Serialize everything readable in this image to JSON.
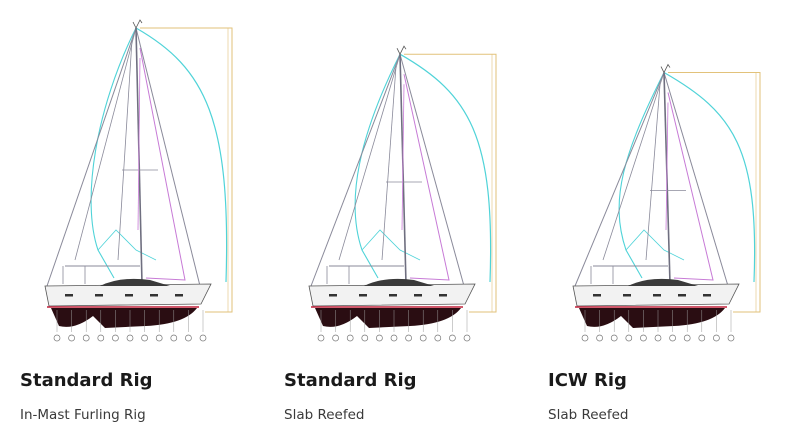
{
  "rigs": [
    {
      "title": "Standard Rig",
      "subtitle": "In-Mast Furling Rig",
      "mast_scale": 1.0
    },
    {
      "title": "Standard Rig",
      "subtitle": "Slab Reefed",
      "mast_scale": 0.9
    },
    {
      "title": "ICW Rig",
      "subtitle": "Slab Reefed",
      "mast_scale": 0.83
    }
  ],
  "colors": {
    "rigging": "#8a8a9a",
    "spinnaker": "#4fd3d8",
    "genoa": "#c77ad6",
    "dimension": "#e2c27a",
    "hull_bottom": "#2a0d12",
    "boot_stripe": "#c0203a",
    "hull_top": "#f2f2f2"
  }
}
